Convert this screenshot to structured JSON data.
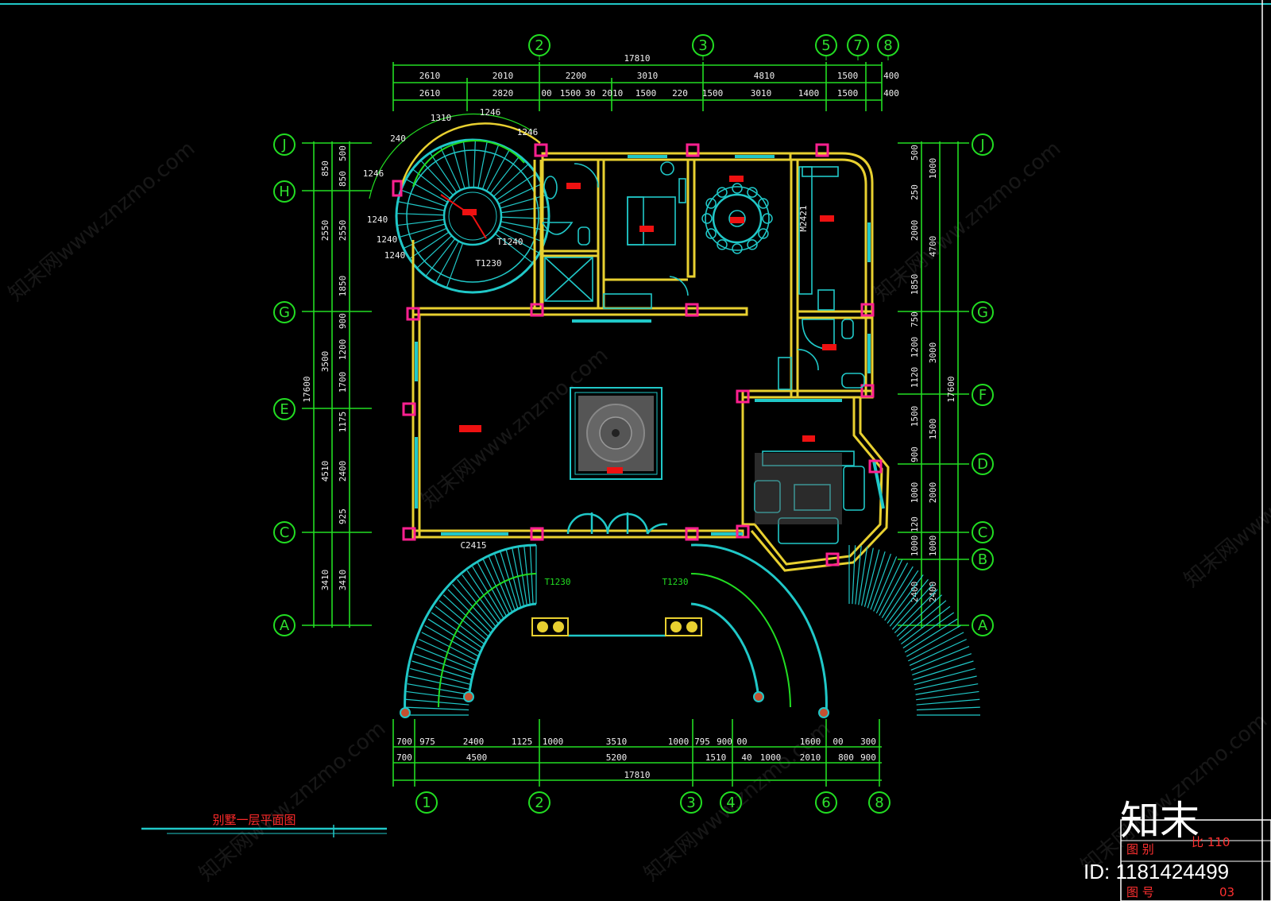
{
  "drawing": {
    "title": "别墅一层平面图",
    "colors": {
      "background": "#000000",
      "axis": "#22dd22",
      "wall": "#e8d030",
      "window": "#20c8c8",
      "column": "#ff2090",
      "label_marker": "#ee1111",
      "dimension_text": "#f0f0f0"
    }
  },
  "dimensions": {
    "top_overall": "17810",
    "top_row1": [
      "2610",
      "2010",
      "2200",
      "3010",
      "4810",
      "1500",
      "400"
    ],
    "top_row2": [
      "2610",
      "2820",
      "00",
      "1500",
      "30",
      "2010",
      "1500",
      "220",
      "1500",
      "3010",
      "1400",
      "1500",
      "400"
    ],
    "bottom_overall": "17810",
    "bottom_row1": [
      "700",
      "975",
      "2400",
      "1125",
      "1000",
      "3510",
      "1000",
      "795",
      "900",
      "00",
      "1600",
      "00",
      "300"
    ],
    "bottom_row2": [
      "700",
      "4500",
      "5200",
      "1510",
      "40",
      "1000",
      "2010",
      "800",
      "900"
    ],
    "left_overall": "17600",
    "left_col1": [
      "3410",
      "4510",
      "3500",
      "2550",
      "850"
    ],
    "left_col2": [
      "3410",
      "925",
      "2400",
      "1175",
      "1700",
      "1200",
      "900",
      "1850",
      "2550",
      "850",
      "500"
    ],
    "right_overall": "17600",
    "right_col1": [
      "2400",
      "1000",
      "2000",
      "1500",
      "3000",
      "4700",
      "1000"
    ],
    "right_col2": [
      "2400",
      "1000",
      "120",
      "1000",
      "900",
      "1500",
      "1120",
      "1200",
      "750",
      "1850",
      "2000",
      "250",
      "500"
    ]
  },
  "axes": {
    "top": [
      "2",
      "3",
      "5",
      "7",
      "8"
    ],
    "bottom": [
      "1",
      "2",
      "3",
      "4",
      "6",
      "8"
    ],
    "left": [
      "J",
      "H",
      "G",
      "E",
      "C",
      "A"
    ],
    "right": [
      "J",
      "G",
      "F",
      "D",
      "C",
      "B",
      "A"
    ]
  },
  "annotations": {
    "stair_arc": [
      "240",
      "1310",
      "1246",
      "1246",
      "1246",
      "1240",
      "1240",
      "1240"
    ],
    "stair_tags": [
      "T1240",
      "T1230",
      "T1230",
      "T1230"
    ],
    "window_tag": "C2415",
    "door_tag": "M2421"
  },
  "watermarks": [
    "知末网www.znzmo.com",
    "znzmo.com"
  ],
  "footer": {
    "logo": "知末",
    "id_text": "ID: 1181424499",
    "title_block": [
      "图 别",
      "比 110",
      "图 号",
      "03"
    ]
  }
}
